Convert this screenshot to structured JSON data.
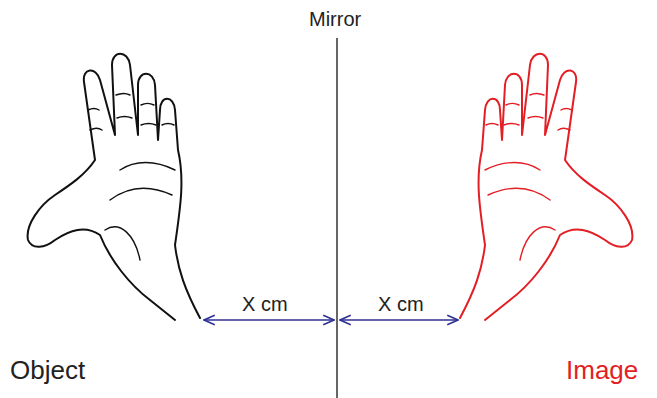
{
  "diagram": {
    "labels": [
      "Mirror",
      "X cm",
      "X cm",
      "Object",
      "Image"
    ]
  }
}
